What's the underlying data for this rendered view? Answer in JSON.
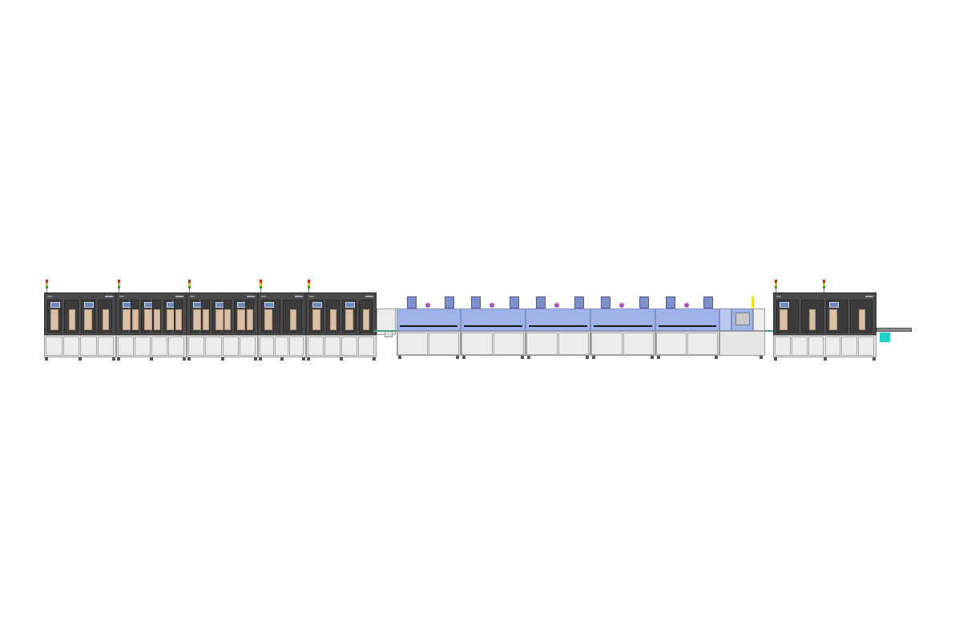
{
  "diagram": {
    "subject": "production-line-side-elevation",
    "colors": {
      "background": "#ffffff",
      "machine_enclosure": "#4a4a4a",
      "base_cabinet": "#e6e6e6",
      "oven_hood": "#9fb3ea",
      "exhaust_box": "#7e8fc9",
      "window_content": "#d9bfa6",
      "hmi_screen": "#6d88b8",
      "outfeed_box": "#1fd0c8",
      "beacon": "#e8e030"
    },
    "sections": [
      {
        "id": "assembly-line-left",
        "modules": 5
      },
      {
        "id": "reflow-oven",
        "zones": 5
      },
      {
        "id": "assembly-line-right",
        "modules": 1
      }
    ],
    "icons": [
      "signal-tower-icon",
      "hmi-screen-icon",
      "exhaust-fan-icon"
    ]
  }
}
